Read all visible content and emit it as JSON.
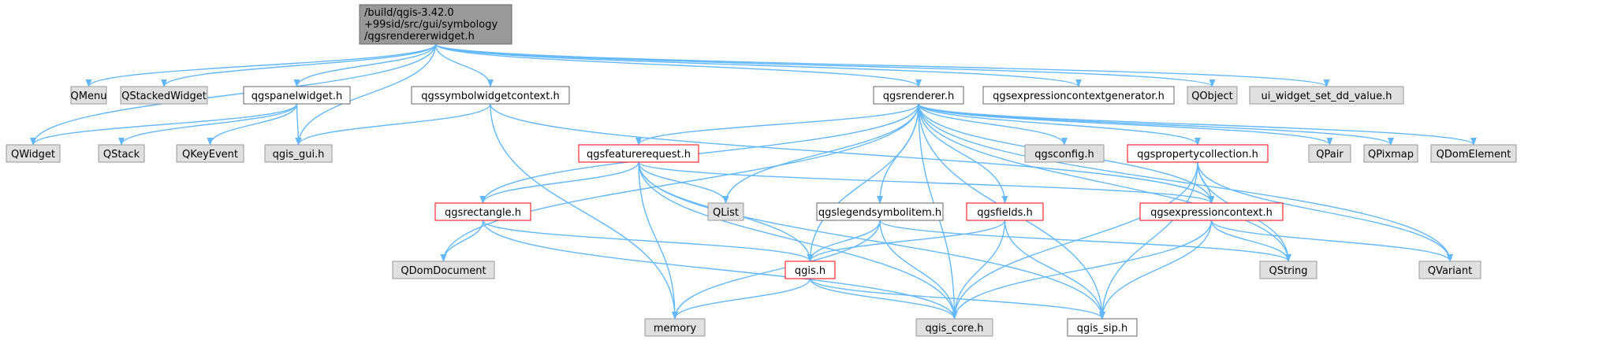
{
  "graph": {
    "title": "",
    "colors": {
      "edge": "#63b8ff",
      "root_fill": "#999999",
      "root_border": "#666666",
      "plain_fill": "#ffffff",
      "plain_border": "#666666",
      "external_fill": "#e0e0e0",
      "external_border": "#999999",
      "truncated_border": "#ff0000"
    },
    "nodes": {
      "root": [
        "/build/qgis-3.42.0",
        "+99sid/src/gui/symbology",
        "/qgsrendererwidget.h"
      ],
      "qmenu": "QMenu",
      "qstackedwidget": "QStackedWidget",
      "qgspanelwidget": "qgspanelwidget.h",
      "qgssymbolwidgetcontext": "qgssymbolwidgetcontext.h",
      "qgsrenderer": "qgsrenderer.h",
      "qgsexpressioncontextgenerator": "qgsexpressioncontextgenerator.h",
      "qobject": "QObject",
      "ui_widget_set_dd_value": "ui_widget_set_dd_value.h",
      "qwidget": "QWidget",
      "qstack": "QStack",
      "qkeyevent": "QKeyEvent",
      "qgis_gui": "qgis_gui.h",
      "qgsfeaturerequest": "qgsfeaturerequest.h",
      "qgsconfig": "qgsconfig.h",
      "qgspropertycollection": "qgspropertycollection.h",
      "qpair": "QPair",
      "qpixmap": "QPixmap",
      "qdomelement": "QDomElement",
      "qlist": "QList",
      "qgsrectangle": "qgsrectangle.h",
      "qgslegendsymbolitem": "qgslegendsymbolitem.h",
      "qgsfields": "qgsfields.h",
      "qgsexpressioncontext": "qgsexpressioncontext.h",
      "qdomdocument": "QDomDocument",
      "qgis": "qgis.h",
      "qstring": "QString",
      "qvariant": "QVariant",
      "memory": "memory",
      "qgis_core": "qgis_core.h",
      "qgis_sip": "qgis_sip.h"
    },
    "edges": [
      [
        "root",
        "qwidget"
      ],
      [
        "root",
        "qmenu"
      ],
      [
        "root",
        "qstackedwidget"
      ],
      [
        "root",
        "qgspanelwidget"
      ],
      [
        "root",
        "qgis_gui"
      ],
      [
        "root",
        "qgssymbolwidgetcontext"
      ],
      [
        "root",
        "qgsrenderer"
      ],
      [
        "root",
        "qgsexpressioncontextgenerator"
      ],
      [
        "root",
        "qobject"
      ],
      [
        "root",
        "ui_widget_set_dd_value"
      ],
      [
        "qgspanelwidget",
        "qwidget"
      ],
      [
        "qgspanelwidget",
        "qstack"
      ],
      [
        "qgspanelwidget",
        "qkeyevent"
      ],
      [
        "qgspanelwidget",
        "qgis_gui"
      ],
      [
        "qgssymbolwidgetcontext",
        "qgis_gui"
      ],
      [
        "qgssymbolwidgetcontext",
        "memory"
      ],
      [
        "qgssymbolwidgetcontext",
        "qgsexpressioncontext"
      ],
      [
        "qgsrenderer",
        "qgsfeaturerequest"
      ],
      [
        "qgsrenderer",
        "qgsrectangle"
      ],
      [
        "qgsrenderer",
        "qdomdocument"
      ],
      [
        "qgsrenderer",
        "qlist"
      ],
      [
        "qgsrenderer",
        "qgis"
      ],
      [
        "qgsrenderer",
        "qgslegendsymbolitem"
      ],
      [
        "qgsrenderer",
        "qgsfields"
      ],
      [
        "qgsrenderer",
        "qgis_core"
      ],
      [
        "qgsrenderer",
        "qgsconfig"
      ],
      [
        "qgsrenderer",
        "qgspropertycollection"
      ],
      [
        "qgsrenderer",
        "qstring"
      ],
      [
        "qgsrenderer",
        "qpair"
      ],
      [
        "qgsrenderer",
        "qpixmap"
      ],
      [
        "qgsrenderer",
        "qdomelement"
      ],
      [
        "qgsrenderer",
        "qgsexpressioncontext"
      ],
      [
        "qgsrenderer",
        "qvariant"
      ],
      [
        "qgsrenderer",
        "qgis_sip"
      ],
      [
        "qgsfeaturerequest",
        "qgsrectangle"
      ],
      [
        "qgsfeaturerequest",
        "qlist"
      ],
      [
        "qgsfeaturerequest",
        "qgsexpressioncontext"
      ],
      [
        "qgsfeaturerequest",
        "memory"
      ],
      [
        "qgsfeaturerequest",
        "qgis"
      ],
      [
        "qgsfeaturerequest",
        "qgis_core"
      ],
      [
        "qgsfeaturerequest",
        "qgis_sip"
      ],
      [
        "qgsrectangle",
        "qdomdocument"
      ],
      [
        "qgsrectangle",
        "qgis"
      ],
      [
        "qgsrectangle",
        "qgis_core"
      ],
      [
        "qgslegendsymbolitem",
        "qgis"
      ],
      [
        "qgslegendsymbolitem",
        "memory"
      ],
      [
        "qgslegendsymbolitem",
        "qgis_core"
      ],
      [
        "qgslegendsymbolitem",
        "qstring"
      ],
      [
        "qgsfields",
        "qgis"
      ],
      [
        "qgsfields",
        "qgis_core"
      ],
      [
        "qgsfields",
        "qgis_sip"
      ],
      [
        "qgspropertycollection",
        "qgsexpressioncontext"
      ],
      [
        "qgspropertycollection",
        "qstring"
      ],
      [
        "qgspropertycollection",
        "qvariant"
      ],
      [
        "qgspropertycollection",
        "qgis_core"
      ],
      [
        "qgspropertycollection",
        "qgis_sip"
      ],
      [
        "qgsexpressioncontext",
        "qstring"
      ],
      [
        "qgsexpressioncontext",
        "qvariant"
      ],
      [
        "qgsexpressioncontext",
        "qgis_core"
      ],
      [
        "qgsexpressioncontext",
        "qgis_sip"
      ],
      [
        "qgis",
        "memory"
      ],
      [
        "qgis",
        "qgis_core"
      ],
      [
        "qgis",
        "qgis_sip"
      ]
    ]
  }
}
